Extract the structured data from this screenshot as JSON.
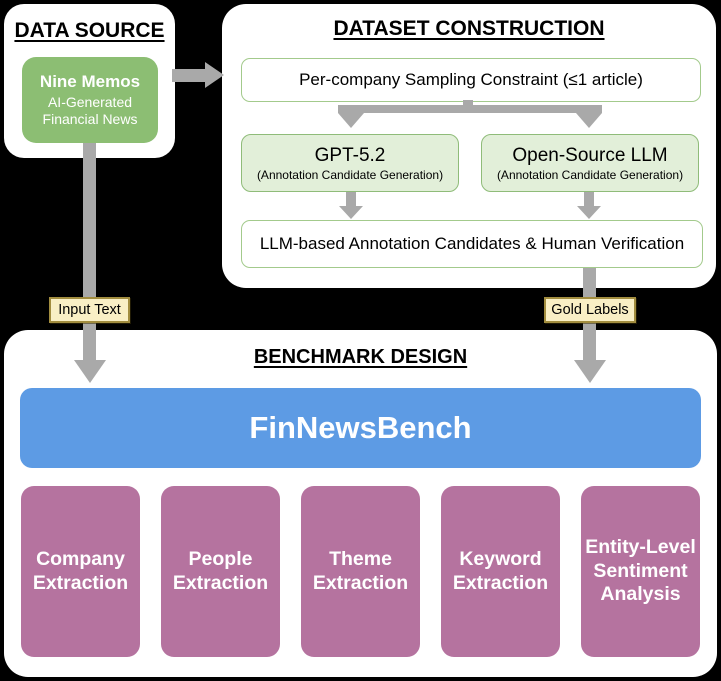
{
  "colors": {
    "background": "#000000",
    "panel": "#ffffff",
    "source_green": "#8cbe73",
    "light_green_fill": "#e2efd9",
    "green_border": "#8fbc79",
    "benchmark_blue": "#5d9be4",
    "task_purple": "#b5739f",
    "arrow_gray": "#a9a9a9",
    "flow_label_fill": "#f9efc5",
    "flow_label_border": "#a28d3f"
  },
  "panels": {
    "data_source": {
      "title": "DATA SOURCE",
      "memo_name": "Nine Memos",
      "memo_sub1": "AI-Generated",
      "memo_sub2": "Financial News"
    },
    "dataset_construction": {
      "title": "DATASET CONSTRUCTION",
      "sampling_constraint": "Per-company Sampling Constraint (≤1 article)",
      "generators": [
        {
          "name": "GPT-5.2",
          "subtitle": "(Annotation Candidate Generation)"
        },
        {
          "name": "Open-Source LLM",
          "subtitle": "(Annotation Candidate Generation)"
        }
      ],
      "verification": "LLM-based Annotation Candidates & Human Verification"
    },
    "benchmark_design": {
      "title": "BENCHMARK DESIGN",
      "benchmark_name": "FinNewsBench",
      "tasks": [
        "Company Extraction",
        "People Extraction",
        "Theme Extraction",
        "Keyword Extraction",
        "Entity-Level Sentiment Analysis"
      ]
    }
  },
  "flow_labels": {
    "input": "Input Text",
    "gold": "Gold Labels"
  }
}
